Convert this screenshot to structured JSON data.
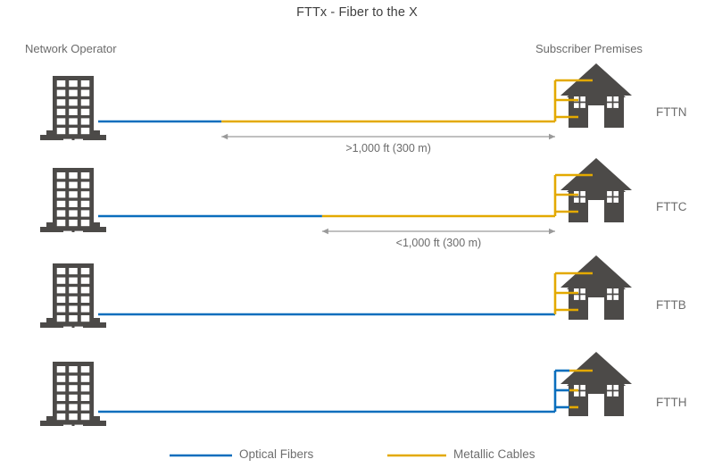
{
  "title": "FTTx - Fiber to the X",
  "headers": {
    "left": "Network Operator",
    "right": "Subscriber Premises"
  },
  "colors": {
    "optical_fiber": "#0a6ebd",
    "metallic_cable": "#e3a900",
    "icon": "#4c4a48",
    "text": "#6e6e6e",
    "title_text": "#3f3f3f",
    "dimension_line": "#9a9a9a",
    "background": "#ffffff"
  },
  "rows": [
    {
      "label": "FTTN",
      "fiber_fraction": 0.27,
      "dimension": {
        "text": ">1,000 ft (300 m)",
        "show": true
      },
      "riser_color": "metallic_cable",
      "drop_color": "metallic_cable",
      "trunk_note": "fiber from operator to node, copper the rest of the way"
    },
    {
      "label": "FTTC",
      "fiber_fraction": 0.49,
      "dimension": {
        "text": "<1,000 ft (300 m)",
        "show": true
      },
      "riser_color": "metallic_cable",
      "drop_color": "metallic_cable",
      "trunk_note": "fiber to the curb, copper for the last segment"
    },
    {
      "label": "FTTB",
      "fiber_fraction": 1.0,
      "dimension": {
        "text": "",
        "show": false
      },
      "riser_color": "metallic_cable",
      "drop_color": "metallic_cable",
      "trunk_note": "fiber to the building, copper risers inside"
    },
    {
      "label": "FTTH",
      "fiber_fraction": 1.0,
      "dimension": {
        "text": "",
        "show": false
      },
      "riser_color": "optical_fiber",
      "drop_color": "metallic_cable",
      "trunk_note": "fiber all the way to the home"
    }
  ],
  "legend": [
    {
      "label": "Optical Fibers",
      "color_key": "optical_fiber"
    },
    {
      "label": "Metallic Cables",
      "color_key": "metallic_cable"
    }
  ],
  "icons": {
    "building": "office-building-icon",
    "house": "house-icon"
  }
}
